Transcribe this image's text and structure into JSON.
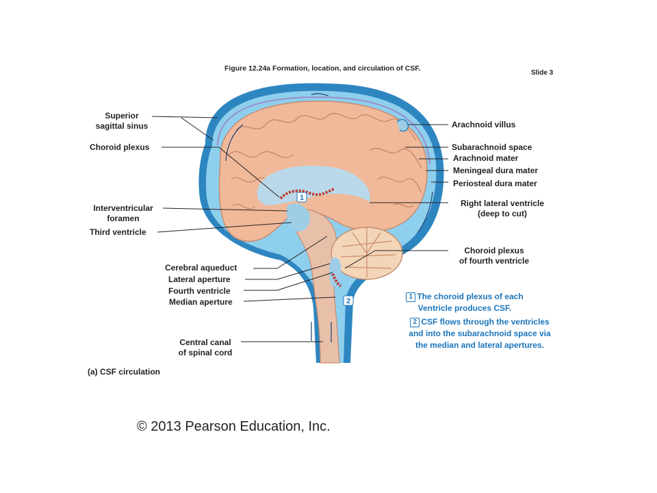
{
  "caption": {
    "figure_number": "Figure 12.24a",
    "title": "Formation, location, and circulation of CSF."
  },
  "slide_label": "Slide 3",
  "labels_left": {
    "superior_sagittal_sinus": [
      "Superior",
      "sagittal sinus"
    ],
    "choroid_plexus": "Choroid plexus",
    "interventricular_foramen": [
      "Interventricular",
      "foramen"
    ],
    "third_ventricle": "Third ventricle",
    "cerebral_aqueduct": "Cerebral aqueduct",
    "lateral_aperture": "Lateral aperture",
    "fourth_ventricle": "Fourth ventricle",
    "median_aperture": "Median aperture",
    "central_canal": [
      "Central canal",
      "of spinal cord"
    ]
  },
  "labels_right": {
    "arachnoid_villus": "Arachnoid villus",
    "subarachnoid_space": "Subarachnoid space",
    "arachnoid_mater": "Arachnoid mater",
    "meningeal_dura_mater": "Meningeal dura mater",
    "periosteal_dura_mater": "Periosteal dura mater",
    "right_lateral_ventricle": [
      "Right lateral ventricle",
      "(deep to cut)"
    ],
    "choroid_plexus_fourth": [
      "Choroid plexus",
      "of fourth ventricle"
    ]
  },
  "steps": [
    {
      "number": "1",
      "lines": [
        "The choroid plexus of each",
        "Ventricle produces CSF."
      ]
    },
    {
      "number": "2",
      "lines": [
        "CSF flows through the ventricles",
        "and into the subarachnoid space via",
        "the median and lateral apertures."
      ]
    }
  ],
  "diagram_markers": [
    "1",
    "2"
  ],
  "panel_label": "(a) CSF circulation",
  "copyright": "© 2013 Pearson Education, Inc.",
  "colors": {
    "csf_blue": "#7cc4e8",
    "dura_blue": "#2e86c1",
    "brain_tissue": "#f0b99a",
    "ventricle": "#b9d9ea",
    "choroid_plexus": "#c0392b",
    "label_text": "#231f20",
    "step_text": "#1b75bb"
  }
}
